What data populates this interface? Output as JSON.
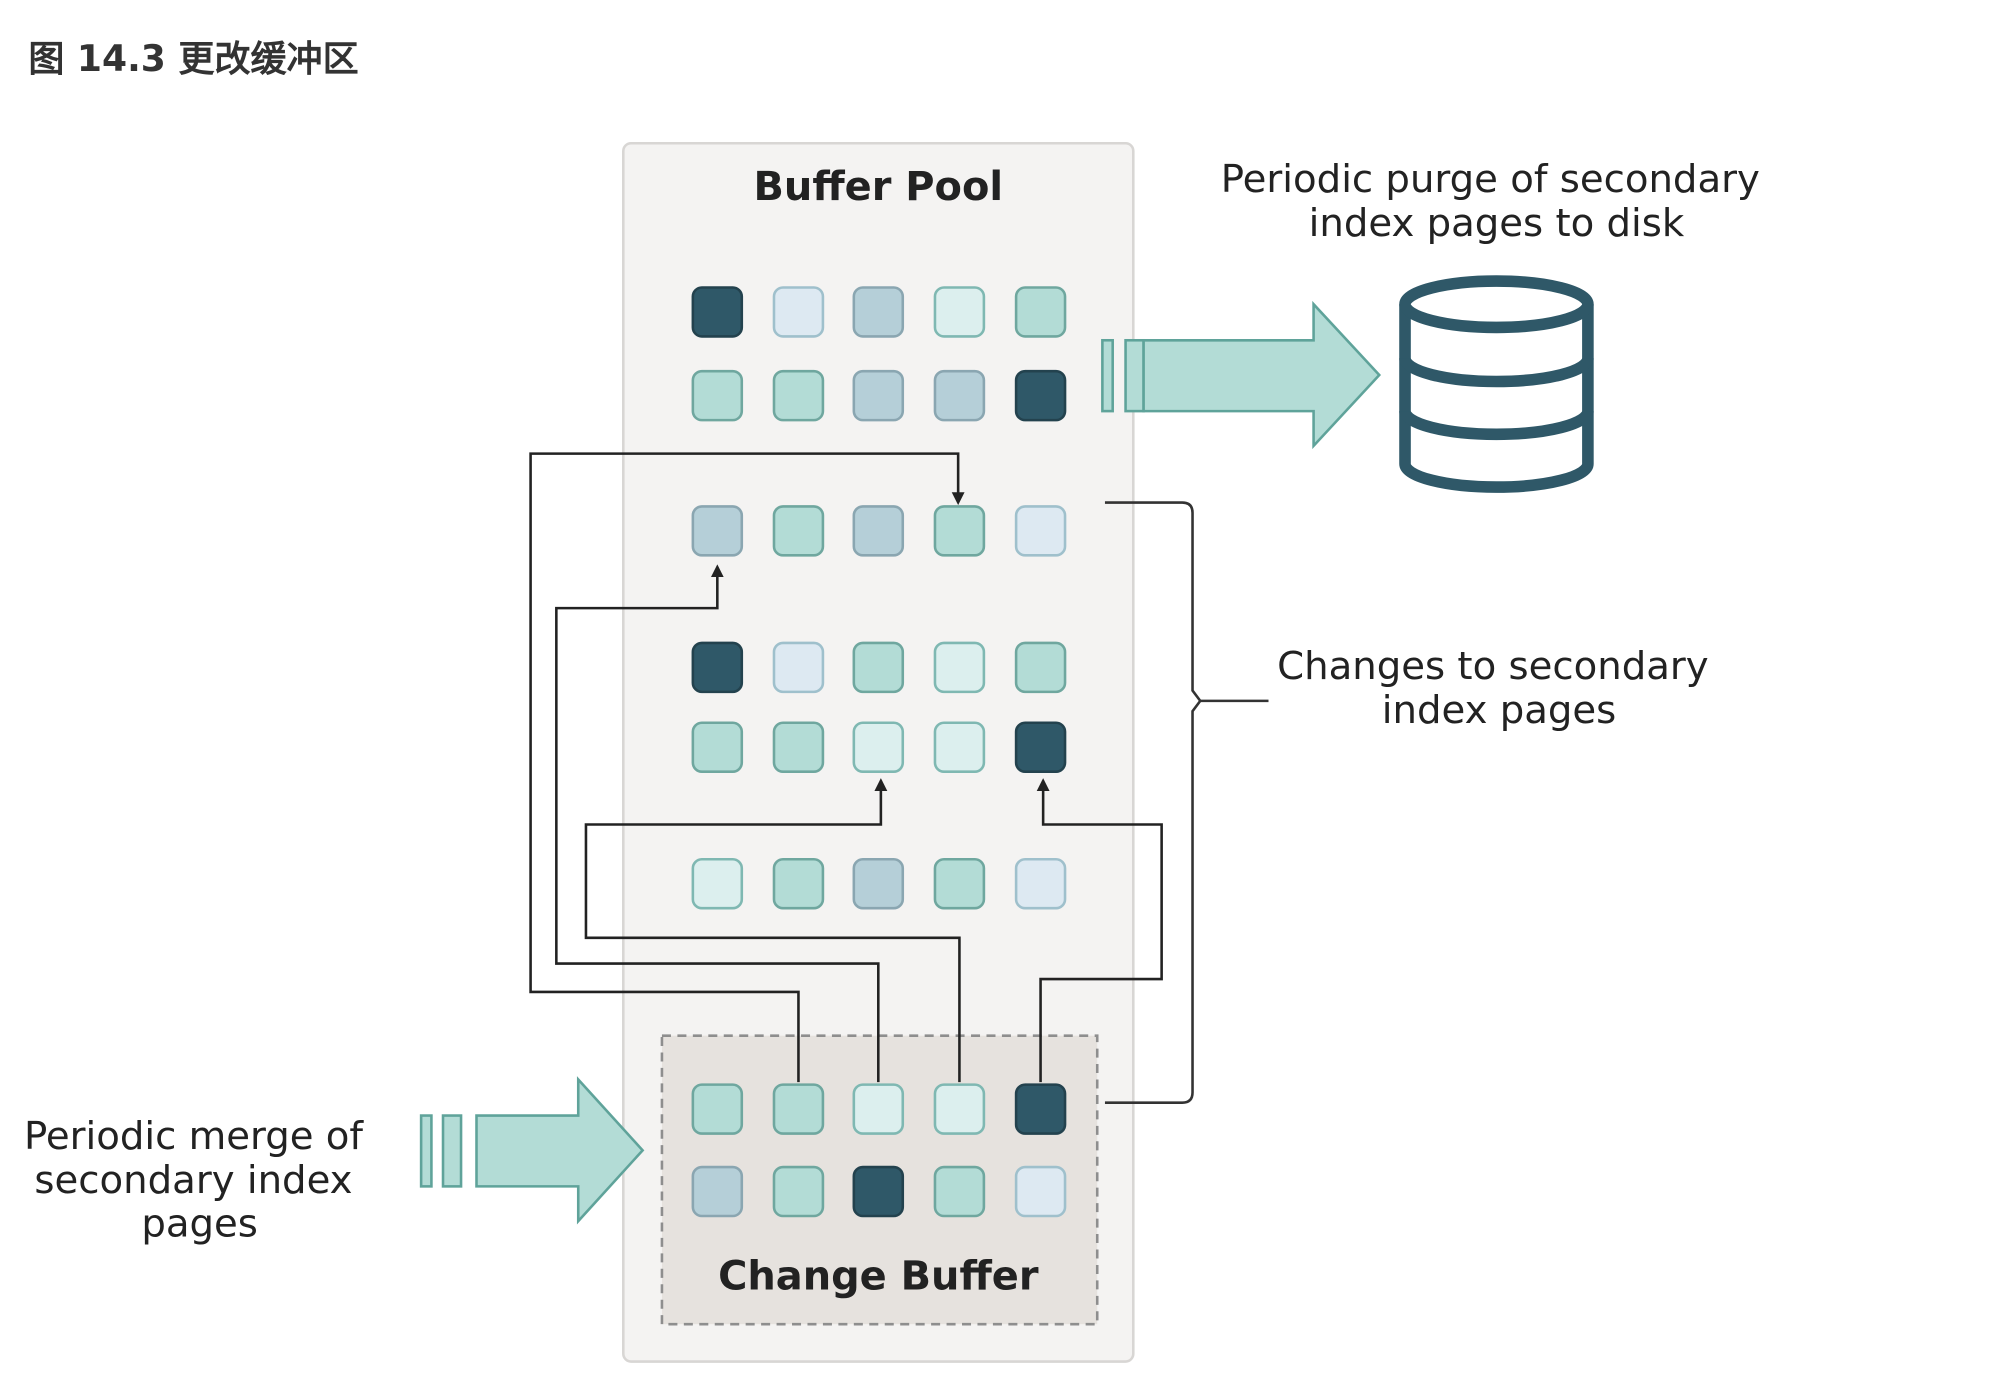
{
  "figure_caption": "图 14.3 更改缓冲区",
  "buffer_pool_title": "Buffer Pool",
  "change_buffer_title": "Change Buffer",
  "purge_label": [
    "Periodic purge of secondary",
    "index pages to disk"
  ],
  "changes_label": [
    "Changes to secondary",
    "index pages"
  ],
  "merge_label": [
    "Periodic merge of",
    "secondary index",
    "pages"
  ],
  "icons": [
    "disk-icon",
    "purge-arrow-icon",
    "merge-arrow-icon"
  ],
  "colors": {
    "dark_teal": "#2f5868",
    "teal": "#b3dcd6",
    "light_teal": "#dcefee",
    "gray_blue": "#b5cfd8",
    "pale_blue": "#dde9f2",
    "buffer_pool_bg": "#f4f3f2",
    "change_buffer_bg": "#e6e2de"
  },
  "page_grid": {
    "buffer_pool_rows": [
      [
        "D",
        "P",
        "G",
        "L",
        "T"
      ],
      [
        "T",
        "T",
        "G",
        "G",
        "D"
      ],
      [
        "G",
        "T",
        "G",
        "T",
        "P"
      ],
      [
        "D",
        "P",
        "T",
        "L",
        "T"
      ],
      [
        "T",
        "T",
        "L",
        "L",
        "D"
      ],
      [
        "L",
        "T",
        "G",
        "T",
        "P"
      ]
    ],
    "change_buffer_rows": [
      [
        "T",
        "T",
        "L",
        "L",
        "D"
      ],
      [
        "G",
        "T",
        "D",
        "T",
        "P"
      ]
    ]
  }
}
